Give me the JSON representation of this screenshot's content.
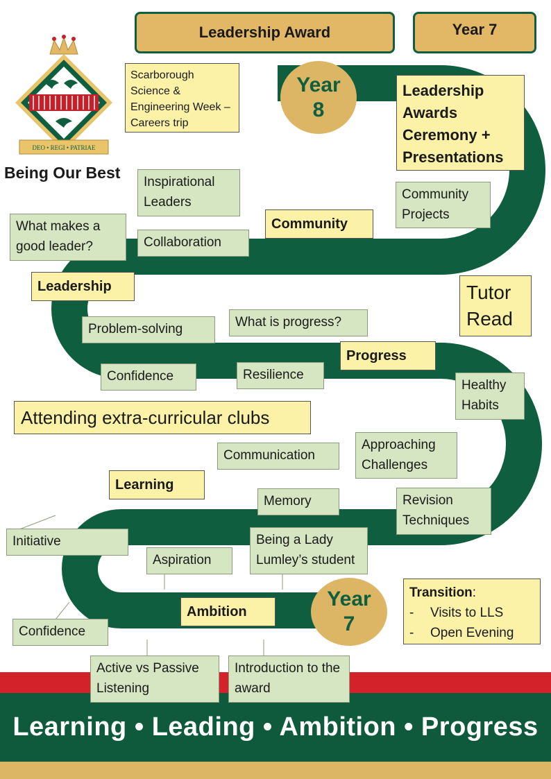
{
  "header": {
    "title": "Leadership Award",
    "year_label": "Year 7"
  },
  "crest": {
    "motto": "DEO • REGI • PATRIAE",
    "tagline": "Being Our Best"
  },
  "circles": {
    "year8": [
      "Year",
      "8"
    ],
    "year7": [
      "Year",
      "7"
    ]
  },
  "themes": {
    "community": "Community",
    "leadership": "Leadership",
    "progress": "Progress",
    "learning": "Learning",
    "ambition": "Ambition"
  },
  "milestones": {
    "careers_trip": "Scarborough Science & Engineering Week – Careers trip",
    "ceremony": "Leadership Awards Ceremony + Presentations",
    "tutor_read": "Tutor Read",
    "clubs": "Attending extra-curricular clubs"
  },
  "topics": {
    "inspirational_leaders": "Inspirational Leaders",
    "community_projects": "Community Projects",
    "good_leader": "What makes a good leader?",
    "collaboration": "Collaboration",
    "problem_solving": "Problem-solving",
    "what_is_progress": "What is progress?",
    "confidence_upper": "Confidence",
    "resilience": "Resilience",
    "healthy_habits": "Healthy Habits",
    "communication": "Communication",
    "approaching_challenges": "Approaching Challenges",
    "memory": "Memory",
    "revision_techniques": "Revision Techniques",
    "initiative": "Initiative",
    "aspiration": "Aspiration",
    "lady_lumley": "Being a Lady Lumley’s student",
    "confidence_lower": "Confidence",
    "active_passive": "Active vs Passive Listening",
    "intro_award": "Introduction to the award"
  },
  "transition": {
    "title": "Transition",
    "colon": ":",
    "items": [
      "Visits to LLS",
      "Open Evening"
    ]
  },
  "footer": {
    "slogan": "Learning • Leading • Ambition • Progress"
  },
  "colors": {
    "path_green": "#0e5e3f",
    "gold": "#dcb565",
    "red": "#d3222a",
    "topic_green": "#d6e6c2",
    "theme_yellow": "#fbf2a8"
  }
}
